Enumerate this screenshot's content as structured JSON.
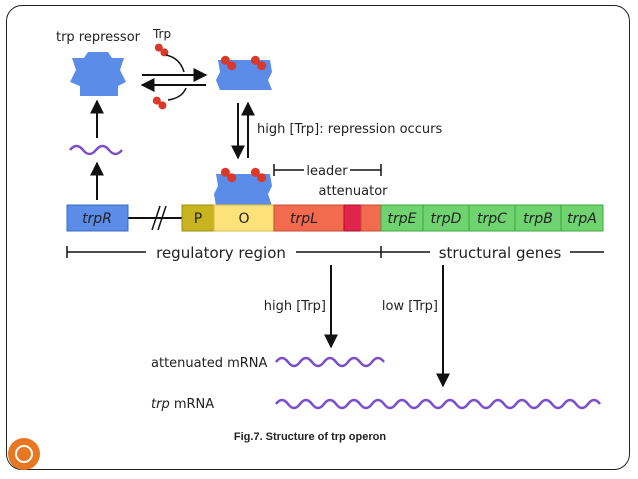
{
  "labels": {
    "trp_repressor": "trp repressor",
    "trp": "Trp",
    "high_trp_repression": "high [Trp]: repression occurs",
    "leader": "leader",
    "attenuator": "attenuator",
    "regulatory_region": "regulatory region",
    "structural_genes": "structural genes",
    "high_trp": "high [Trp]",
    "low_trp": "low [Trp]",
    "attenuated_mrna": "attenuated mRNA",
    "trp_mrna_italic": "trp",
    "trp_mrna_rest": " mRNA",
    "caption": "Fig.7.  Structure of trp operon"
  },
  "genes": {
    "trpR": "trpR",
    "P": "P",
    "O": "O",
    "trpL": "trpL",
    "trpE": "trpE",
    "trpD": "trpD",
    "trpC": "trpC",
    "trpB": "trpB",
    "trpA": "trpA"
  },
  "colors": {
    "trpR": "#5b8de8",
    "promoter": "#c8b41e",
    "operator": "#fde27a",
    "leader": "#f26b4f",
    "attenuator": "#e0244a",
    "structural": "#6fd46f",
    "repressor": "#5b8de8",
    "tryptophan": "#d9382b",
    "mrna": "#7a4fc9",
    "badge": "#e87722"
  }
}
